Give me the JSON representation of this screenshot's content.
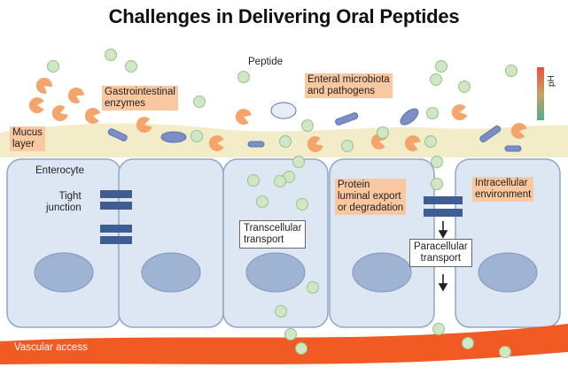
{
  "title": "Challenges in Delivering Oral Peptides",
  "labels": {
    "peptide": "Peptide",
    "gi_enzymes": "Gastrointestinal\nenzymes",
    "microbiota": "Enteral microbiota\nand pathogens",
    "mucus": "Mucus\nlayer",
    "ph": "pH",
    "enterocyte": "Enterocyte",
    "tight_junction": "Tight\njunction",
    "transcellular": "Transcellular\ntransport",
    "luminal_export": "Protein\nluminal export\nor degradation",
    "intracellular": "Intracellular\nenvironment",
    "paracellular": "Paracellular\ntransport",
    "vascular": "Vascular access"
  },
  "colors": {
    "cell_fill": "#dde6f3",
    "cell_stroke": "#8fa6c6",
    "nucleus": "#9fb3d3",
    "mucus": "#f2ecc8",
    "enzyme": "#f5a56c",
    "peptide": "#cfe7c4",
    "junction": "#3d5d93",
    "vascular": "#f15a22",
    "microbe": "#7b8fc6",
    "label_bg": "#f9c8a0"
  },
  "icons": [
    "peptide-icon",
    "enzyme-icon",
    "microbe-icon",
    "tight-junction-icon",
    "nucleus-icon",
    "arrow-down-icon"
  ]
}
